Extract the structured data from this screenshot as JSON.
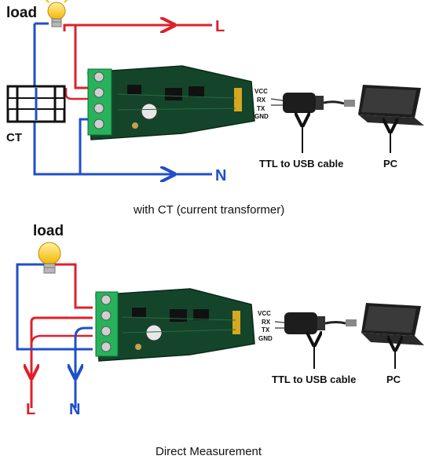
{
  "top_diagram": {
    "load_label": "load",
    "ct_label": "CT",
    "line_label": "L",
    "neutral_label": "N",
    "pins": [
      "VCC",
      "RX",
      "TX",
      "GND"
    ],
    "cable_label": "TTL to USB cable",
    "pc_label": "PC",
    "caption": "with CT (current transformer)"
  },
  "bottom_diagram": {
    "load_label": "load",
    "line_label": "L",
    "neutral_label": "N",
    "pins": [
      "VCC",
      "RX",
      "TX",
      "GND"
    ],
    "cable_label": "TTL to USB cable",
    "pc_label": "PC",
    "caption": "Direct Measurement"
  },
  "colors": {
    "line_wire": "#e0202a",
    "neutral_wire": "#1f4fc9",
    "board": "#14452a",
    "terminal": "#27b35b",
    "bulb": "#ffd21f"
  }
}
